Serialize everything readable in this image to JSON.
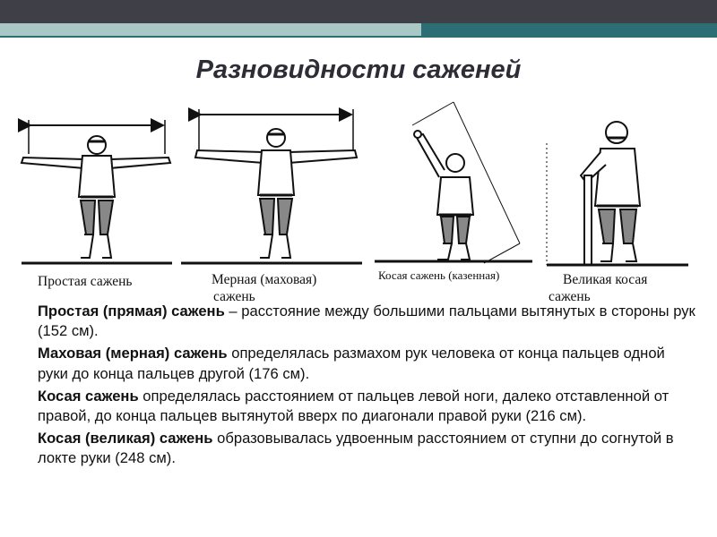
{
  "title": "Разновидности саженей",
  "figures": [
    {
      "caption": "Простая сажень"
    },
    {
      "caption_line1": "Мерная (маховая)",
      "caption_line2": "сажень"
    },
    {
      "caption": "Косая сажень (казенная)"
    },
    {
      "caption_line1": "Великая косая",
      "caption_line2": "сажень"
    }
  ],
  "paragraphs": [
    {
      "term": "Простая (прямая) сажень",
      "text": " – расстояние между большими пальцами вытянутых в стороны рук (152 см)."
    },
    {
      "term": "Маховая (мерная) сажень",
      "text": " определялась размахом рук человека от конца пальцев одной руки до конца пальцев другой (176 см)."
    },
    {
      "term": "Косая сажень",
      "text": " определялась расстоянием от пальцев левой ноги, далеко отставленной от правой, до конца пальцев вытянутой вверх по диагонали правой руки (216 см)."
    },
    {
      "term": "Косая (великая) сажень",
      "text": " образовывалась удвоенным расстоянием от ступни до согнутой в локте руки (248 см)."
    }
  ],
  "colors": {
    "header_dark": "#3f3f47",
    "accent_teal": "#2b6f74",
    "accent_light": "#a9c7c4",
    "title": "#2d2d35"
  }
}
